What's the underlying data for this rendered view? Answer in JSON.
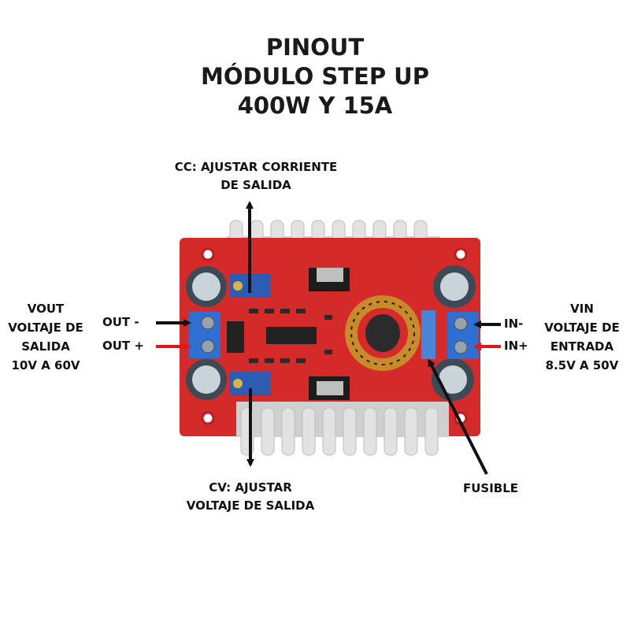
{
  "title": {
    "line1": "PINOUT",
    "line2": "MÓDULO STEP UP",
    "line3": "400W Y 15A"
  },
  "labels": {
    "cc_line1": "CC: AJUSTAR CORRIENTE",
    "cc_line2": "DE SALIDA",
    "cv_line1": "CV:  AJUSTAR",
    "cv_line2": "VOLTAJE DE SALIDA",
    "vout_line1": "VOUT",
    "vout_line2": "VOLTAJE DE",
    "vout_line3": "SALIDA",
    "vout_line4": "10V A 60V",
    "vin_line1": "VIN",
    "vin_line2": "VOLTAJE  DE",
    "vin_line3": "ENTRADA",
    "vin_line4": "8.5V A 50V",
    "out_minus": "OUT -",
    "out_plus": "OUT +",
    "in_minus": "IN-",
    "in_plus": "IN+",
    "fuse": "FUSIBLE"
  },
  "colors": {
    "pcb": "#d42a2a",
    "heatsink": "#dcdcdc",
    "terminal": "#2e6fd1",
    "arrow_black": "#111111",
    "arrow_red": "#e01818",
    "coil": "#c98a2a"
  }
}
